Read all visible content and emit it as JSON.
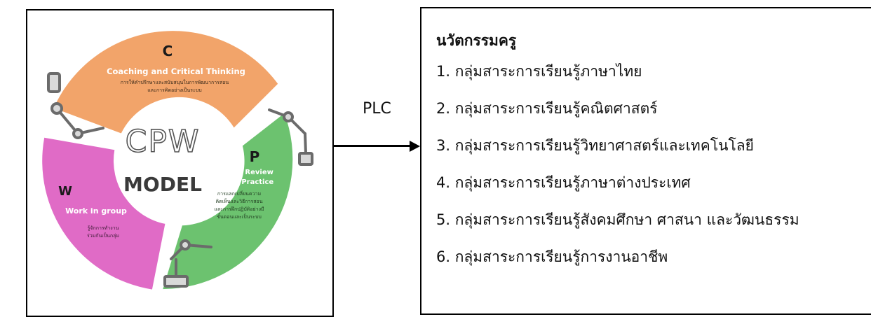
{
  "connector": {
    "label": "PLC"
  },
  "cpw_model": {
    "center_line1": "CPW",
    "center_line2": "MODEL",
    "segments": [
      {
        "letter": "C",
        "title": "Coaching and Critical Thinking",
        "desc_line1": "การให้คำปรึกษาและสนับสนุนในการพัฒนาการสอน",
        "desc_line2": "และการคิดอย่างเป็นระบบ",
        "color": "#f2a46a"
      },
      {
        "letter": "P",
        "title_line1": "Peer Review",
        "title_line2": "and Practice",
        "desc_line1": "การแลกเปลี่ยนความ",
        "desc_line2": "คิดเห็นและวิธีการสอน",
        "desc_line3": "และการฝึกปฏิบัติอย่างมี",
        "desc_line4": "ขั้นตอนและเป็นระบบ",
        "color": "#6cc26f"
      },
      {
        "letter": "W",
        "title": "Work in group",
        "desc_line1": "รู้จักการทำงาน",
        "desc_line2": "ร่วมกันเป็นกลุ่ม",
        "color": "#e06bc6"
      }
    ]
  },
  "innovation": {
    "title": "นวัตกรรมครู",
    "items": [
      "1. กลุ่มสาระการเรียนรู้ภาษาไทย",
      "2. กลุ่มสาระการเรียนรู้คณิตศาสตร์",
      "3. กลุ่มสาระการเรียนรู้วิทยาศาสตร์และเทคโนโลยี",
      "4. กลุ่มสาระการเรียนรู้ภาษาต่างประเทศ",
      "5. กลุ่มสาระการเรียนรู้สังคมศึกษา ศาสนา และวัฒนธรรม",
      "6. กลุ่มสาระการเรียนรู้การงานอาชีพ"
    ]
  }
}
